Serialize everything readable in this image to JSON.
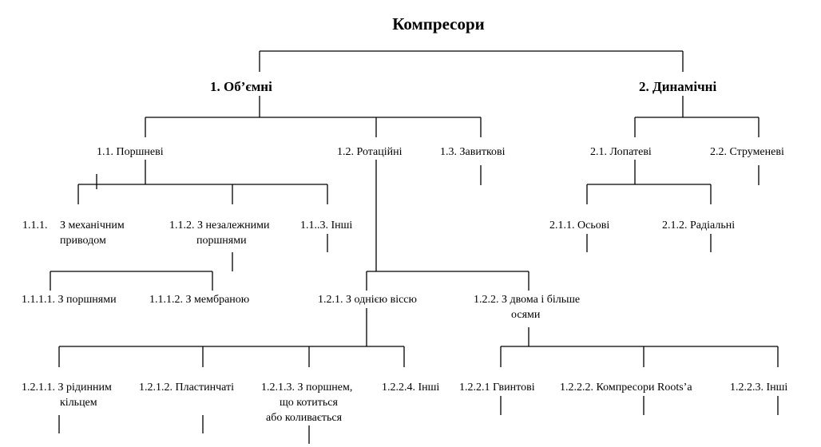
{
  "diagram": {
    "title": "Компресори",
    "n1": "1.  Об’ємні",
    "n2": "2. Динамічні",
    "n11": "1.1. Поршневі",
    "n12": "1.2. Ротаційні",
    "n13": "1.3. Завиткові",
    "n21": "2.1. Лопатеві",
    "n22": "2.2. Струменеві",
    "n111a": "1.1.1.",
    "n111b": "З механічним",
    "n111c": "приводом",
    "n112a": "1.1.2. З незалежними",
    "n112b": "поршнями",
    "n113": "1.1..3. Інші",
    "n211": "2.1.1. Осьові",
    "n212": "2.1.2. Радіальні",
    "n1111": "1.1.1.1. З  поршнями",
    "n1112": "1.1.1.2. З мембраною",
    "n121": "1.2.1. З однією віссю",
    "n122a": "1.2.2. З двома і  більше",
    "n122b": "осями",
    "n1211a": "1.2.1.1. З рідинним",
    "n1211b": "кільцем",
    "n1212": "1.2.1.2. Пластинчаті",
    "n1213a": "1.2.1.3. З поршнем,",
    "n1213b": "що котиться",
    "n1213c": "або коливається",
    "n1224": "1.2.2.4. Інші",
    "n1221": "1.2.2.1 Гвинтові",
    "n1222": "1.2.2.2. Компресори Roots’a",
    "n1223": "1.2.2.3. Інші"
  }
}
